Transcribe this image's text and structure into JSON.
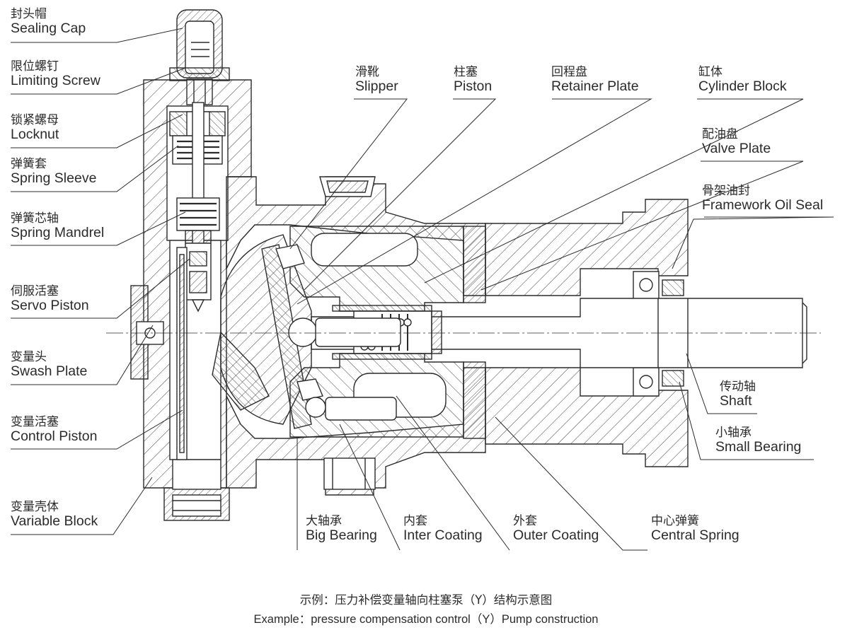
{
  "labels": {
    "sealing_cap": {
      "zh": "封头帽",
      "en": "Sealing Cap"
    },
    "limiting_screw": {
      "zh": "限位螺钉",
      "en": "Limiting Screw"
    },
    "locknut": {
      "zh": "锁紧螺母",
      "en": "Locknut"
    },
    "spring_sleeve": {
      "zh": "弹簧套",
      "en": "Spring Sleeve"
    },
    "spring_mandrel": {
      "zh": "弹簧芯轴",
      "en": "Spring Mandrel"
    },
    "servo_piston": {
      "zh": "伺服活塞",
      "en": "Servo Piston"
    },
    "swash_plate": {
      "zh": "变量头",
      "en": "Swash Plate"
    },
    "control_piston": {
      "zh": "变量活塞",
      "en": "Control Piston"
    },
    "variable_block": {
      "zh": "变量壳体",
      "en": "Variable Block"
    },
    "slipper": {
      "zh": "滑靴",
      "en": "Slipper"
    },
    "piston": {
      "zh": "柱塞",
      "en": "Piston"
    },
    "retainer_plate": {
      "zh": "回程盘",
      "en": "Retainer Plate"
    },
    "cylinder_block": {
      "zh": "缸体",
      "en": "Cylinder Block"
    },
    "valve_plate": {
      "zh": "配油盘",
      "en": "Valve Plate"
    },
    "framework_oil_seal": {
      "zh": "骨架油封",
      "en": "Framework Oil Seal"
    },
    "shaft": {
      "zh": "传动轴",
      "en": "Shaft"
    },
    "small_bearing": {
      "zh": "小轴承",
      "en": "Small Bearing"
    },
    "big_bearing": {
      "zh": "大轴承",
      "en": "Big Bearing"
    },
    "inter_coating": {
      "zh": "内套",
      "en": "Inter Coating"
    },
    "outer_coating": {
      "zh": "外套",
      "en": "Outer Coating"
    },
    "central_spring": {
      "zh": "中心弹簧",
      "en": "Central Spring"
    }
  },
  "caption": {
    "zh": "示例：压力补偿变量轴向柱塞泵（Y）结构示意图",
    "en": "Example：pressure compensation control（Y）Pump construction"
  },
  "colors": {
    "line": "#2b2b2b",
    "background": "#ffffff"
  }
}
